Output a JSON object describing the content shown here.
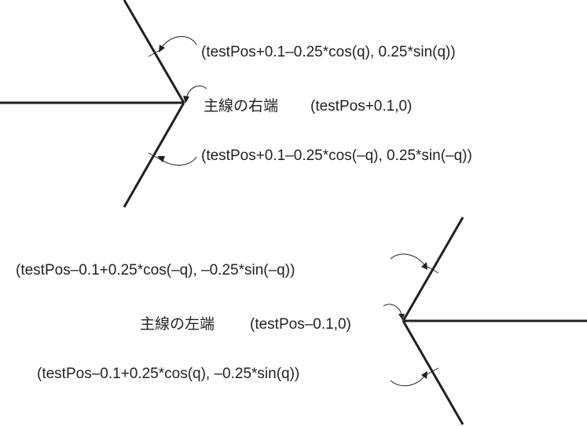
{
  "top": {
    "upper_branch_label": "(testPos+0.1–0.25*cos(q), 0.25*sin(q))",
    "vertex_label_jp": "主線の右端",
    "vertex_label": "(testPos+0.1,0)",
    "lower_branch_label": "(testPos+0.1–0.25*cos(–q), 0.25*sin(–q))"
  },
  "bottom": {
    "upper_branch_label": "(testPos–0.1+0.25*cos(–q), –0.25*sin(–q))",
    "vertex_label_jp": "主線の左端",
    "vertex_label": "(testPos–0.1,0)",
    "lower_branch_label": "(testPos–0.1+0.25*cos(q), –0.25*sin(q))"
  },
  "colors": {
    "ink": "#231f20",
    "background": "#ffffff"
  }
}
